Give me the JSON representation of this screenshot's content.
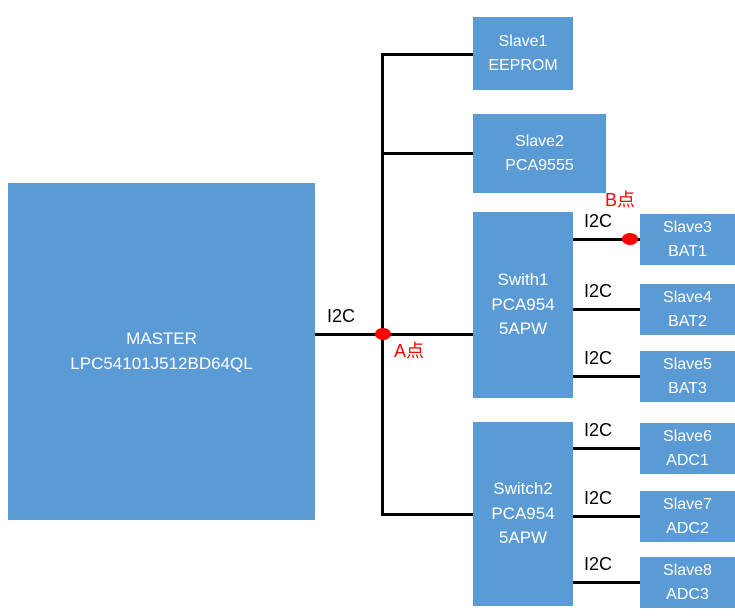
{
  "diagram": {
    "master": {
      "line1": "MASTER",
      "line2": "LPC54101J512BD64QL"
    },
    "main_bus": {
      "label": "I2C",
      "point_a": "A点",
      "point_b": "B点"
    },
    "direct_slaves": [
      {
        "name": "Slave1",
        "part": "EEPROM"
      },
      {
        "name": "Slave2",
        "part": "PCA9555"
      }
    ],
    "switch1": {
      "name": "Swith1",
      "part_line1": "PCA954",
      "part_line2": "5APW"
    },
    "switch2": {
      "name": "Switch2",
      "part_line1": "PCA954",
      "part_line2": "5APW"
    },
    "switch1_slaves": [
      {
        "bus": "I2C",
        "name": "Slave3",
        "part": "BAT1"
      },
      {
        "bus": "I2C",
        "name": "Slave4",
        "part": "BAT2"
      },
      {
        "bus": "I2C",
        "name": "Slave5",
        "part": "BAT3"
      }
    ],
    "switch2_slaves": [
      {
        "bus": "I2C",
        "name": "Slave6",
        "part": "ADC1"
      },
      {
        "bus": "I2C",
        "name": "Slave7",
        "part": "ADC2"
      },
      {
        "bus": "I2C",
        "name": "Slave8",
        "part": "ADC3"
      }
    ],
    "colors": {
      "box_fill": "#5B9BD5",
      "box_text": "#FFFFFF",
      "line": "#000000",
      "marker": "#FF0000"
    }
  }
}
